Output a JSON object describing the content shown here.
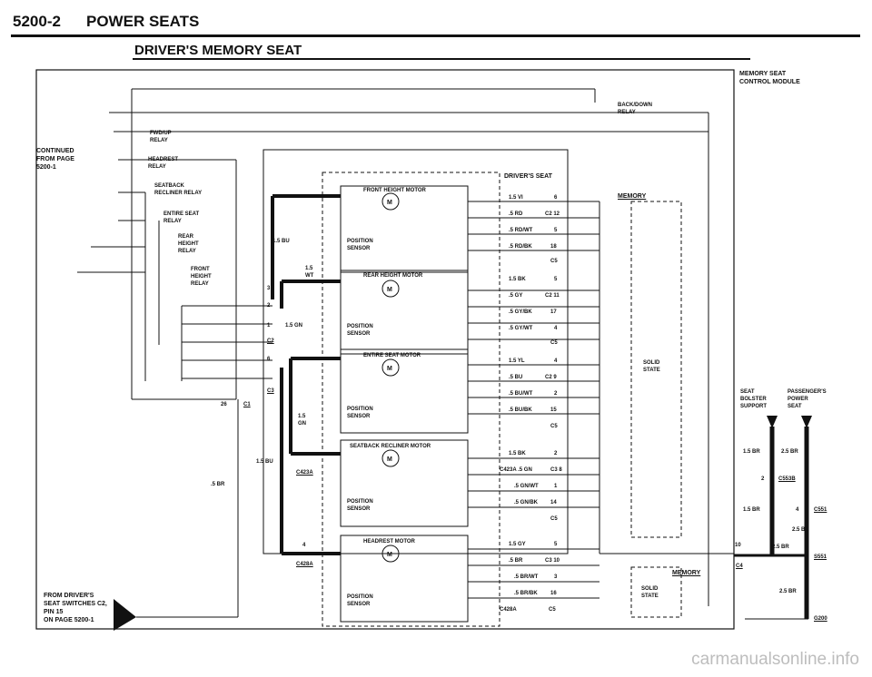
{
  "header": {
    "page_num": "5200-2",
    "section": "POWER SEATS",
    "subtitle": "DRIVER'S MEMORY SEAT"
  },
  "module": {
    "memory_seat_control_module": "MEMORY SEAT\nCONTROL MODULE"
  },
  "left": {
    "continued_from": "CONTINUED\nFROM PAGE\n5200-1",
    "from_switches": "FROM DRIVER'S\nSEAT SWITCHES C2,\nPIN 15\nON PAGE 5200-1"
  },
  "relays": {
    "back_down": "BACK/DOWN\nRELAY",
    "fwd_up": "FWD/UP\nRELAY",
    "headrest": "HEADREST\nRELAY",
    "seatback_recliner": "SEATBACK\nRECLINER RELAY",
    "entire_seat": "ENTIRE SEAT\nRELAY",
    "rear_height": "REAR\nHEIGHT\nRELAY",
    "front_height": "FRONT\nHEIGHT\nRELAY"
  },
  "motors": [
    {
      "title": "FRONT HEIGHT MOTOR",
      "sensor": "POSITION\nSENSOR"
    },
    {
      "title": "REAR HEIGHT MOTOR",
      "sensor": "POSITION\nSENSOR"
    },
    {
      "title": "ENTIRE SEAT MOTOR",
      "sensor": "POSITION\nSENSOR"
    },
    {
      "title": "SEATBACK RECLINER MOTOR",
      "sensor": "POSITION\nSENSOR"
    },
    {
      "title": "HEADREST MOTOR",
      "sensor": "POSITION\nSENSOR"
    }
  ],
  "drivers_seat": "DRIVER'S SEAT",
  "wires": [
    {
      "label": "1.5 VI",
      "pin": "6"
    },
    {
      "label": ".5 RD",
      "pin": "C2 12"
    },
    {
      "label": ".5 RD/WT",
      "pin": "5"
    },
    {
      "label": ".5 RD/BK",
      "pin": "18"
    },
    {
      "label": "C5",
      "pin": ""
    },
    {
      "label": "1.5 BK",
      "pin": "5"
    },
    {
      "label": ".5 GY",
      "pin": "C2 11"
    },
    {
      "label": ".5 GY/BK",
      "pin": "17"
    },
    {
      "label": ".5 GY/WT",
      "pin": "4"
    },
    {
      "label": "C5",
      "pin": ""
    },
    {
      "label": "1.5 YL",
      "pin": "4"
    },
    {
      "label": ".5 BU",
      "pin": "C2 9"
    },
    {
      "label": ".5 BU/WT",
      "pin": "2"
    },
    {
      "label": ".5 BU/BK",
      "pin": "15"
    },
    {
      "label": "C5",
      "pin": ""
    },
    {
      "label": "1.5 BK",
      "pin": "2"
    },
    {
      "label": "C423A .5 GN",
      "pin": "C3 8"
    },
    {
      "label": ".5 GN/WT",
      "pin": "1"
    },
    {
      "label": ".5 GN/BK",
      "pin": "14"
    },
    {
      "label": "C5",
      "pin": ""
    },
    {
      "label": "1.5 GY",
      "pin": "5"
    },
    {
      "label": ".5 BR",
      "pin": "C3 10"
    },
    {
      "label": ".5 BR/WT",
      "pin": "3"
    },
    {
      "label": ".5 BR/BK",
      "pin": "16"
    },
    {
      "label": "C428A",
      "pin": "C5"
    }
  ],
  "misc": {
    "memory": "MEMORY",
    "solid_state": "SOLID\nSTATE",
    "seat_bolster": "SEAT\nBOLSTER\nSUPPORT",
    "passengers_power_seat": "PASSENGER'S\nPOWER\nSEAT",
    "w_15bu_a": "1.5 BU",
    "w_15wt": "1.5\nWT",
    "w_15gn": "1.5 GN",
    "w_15gn_b": "1.5\nGN",
    "w_15bu_b": "1.5 BU",
    "w_5br": ".5 BR",
    "c423a": "C423A",
    "c428a": "C428A",
    "c1": "C1",
    "c2": "C2",
    "c3": "C3",
    "c4": "C4",
    "pin26": "26",
    "pin3": "3",
    "pin2": "2",
    "pin1": "1",
    "pin6": "6",
    "pin4": "4",
    "pin10": "10",
    "r_15br_a": "1.5 BR",
    "r_25br_a": "2.5 BR",
    "r_2": "2",
    "r_c553b": "C553B",
    "r_15br_b": "1.5 BR",
    "r_4": "4",
    "r_c551": "C551",
    "r_25br_b": "2.5 BR",
    "r_25br_c": "2.5 BR",
    "r_s551": "S551",
    "r_25br_d": "2.5 BR",
    "r_g200": "G200"
  },
  "watermark": "carmanualsonline.info"
}
